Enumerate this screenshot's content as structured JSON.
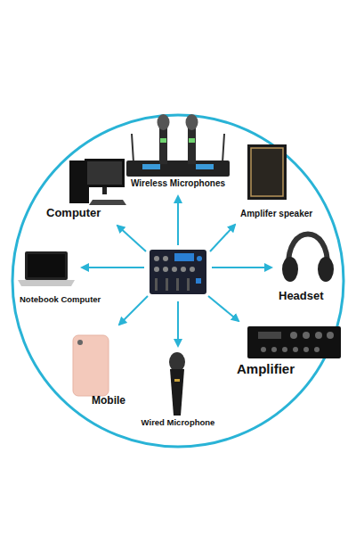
{
  "diagram": {
    "labels": [
      "Wireless Microphones",
      "Computer",
      "Amplifer speaker",
      "Notebook Computer",
      "Headset",
      "Mobile",
      "Wired Microphone",
      "Amplifier"
    ]
  }
}
